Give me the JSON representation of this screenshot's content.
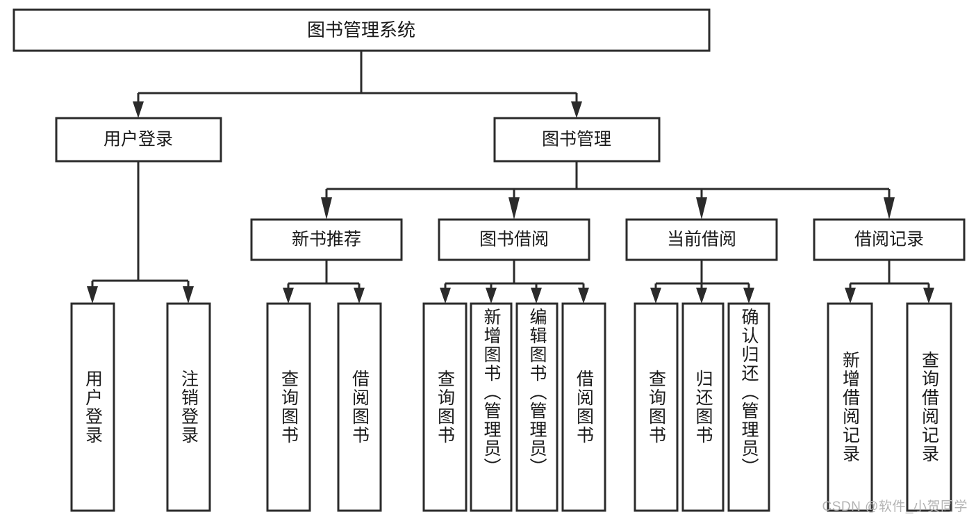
{
  "diagram": {
    "title": "图书管理系统",
    "type": "tree",
    "watermark": "CSDN @软件_小贺同学",
    "colors": {
      "box_stroke": "#2b2b2b",
      "box_fill": "#ffffff",
      "text": "#1a1a1a",
      "background": "#ffffff",
      "watermark": "#b3b3b3"
    },
    "levels": {
      "root": {
        "label": "图书管理系统"
      },
      "level2": [
        {
          "label": "用户登录"
        },
        {
          "label": "图书管理"
        }
      ],
      "level3": [
        {
          "label": "新书推荐"
        },
        {
          "label": "图书借阅"
        },
        {
          "label": "当前借阅"
        },
        {
          "label": "借阅记录"
        }
      ],
      "leaves": [
        {
          "label": "用户登录",
          "parent": "用户登录"
        },
        {
          "label": "注销登录",
          "parent": "用户登录"
        },
        {
          "label": "查询图书",
          "parent": "新书推荐"
        },
        {
          "label": "借阅图书",
          "parent": "新书推荐"
        },
        {
          "label": "查询图书",
          "parent": "图书借阅"
        },
        {
          "label": "新增图书（管理员）",
          "parent": "图书借阅"
        },
        {
          "label": "编辑图书（管理员）",
          "parent": "图书借阅"
        },
        {
          "label": "借阅图书",
          "parent": "图书借阅"
        },
        {
          "label": "查询图书",
          "parent": "当前借阅"
        },
        {
          "label": "归还图书",
          "parent": "当前借阅"
        },
        {
          "label": "确认归还（管理员）",
          "parent": "当前借阅"
        },
        {
          "label": "新增借阅记录",
          "parent": "借阅记录"
        },
        {
          "label": "查询借阅记录",
          "parent": "借阅记录"
        }
      ]
    }
  }
}
